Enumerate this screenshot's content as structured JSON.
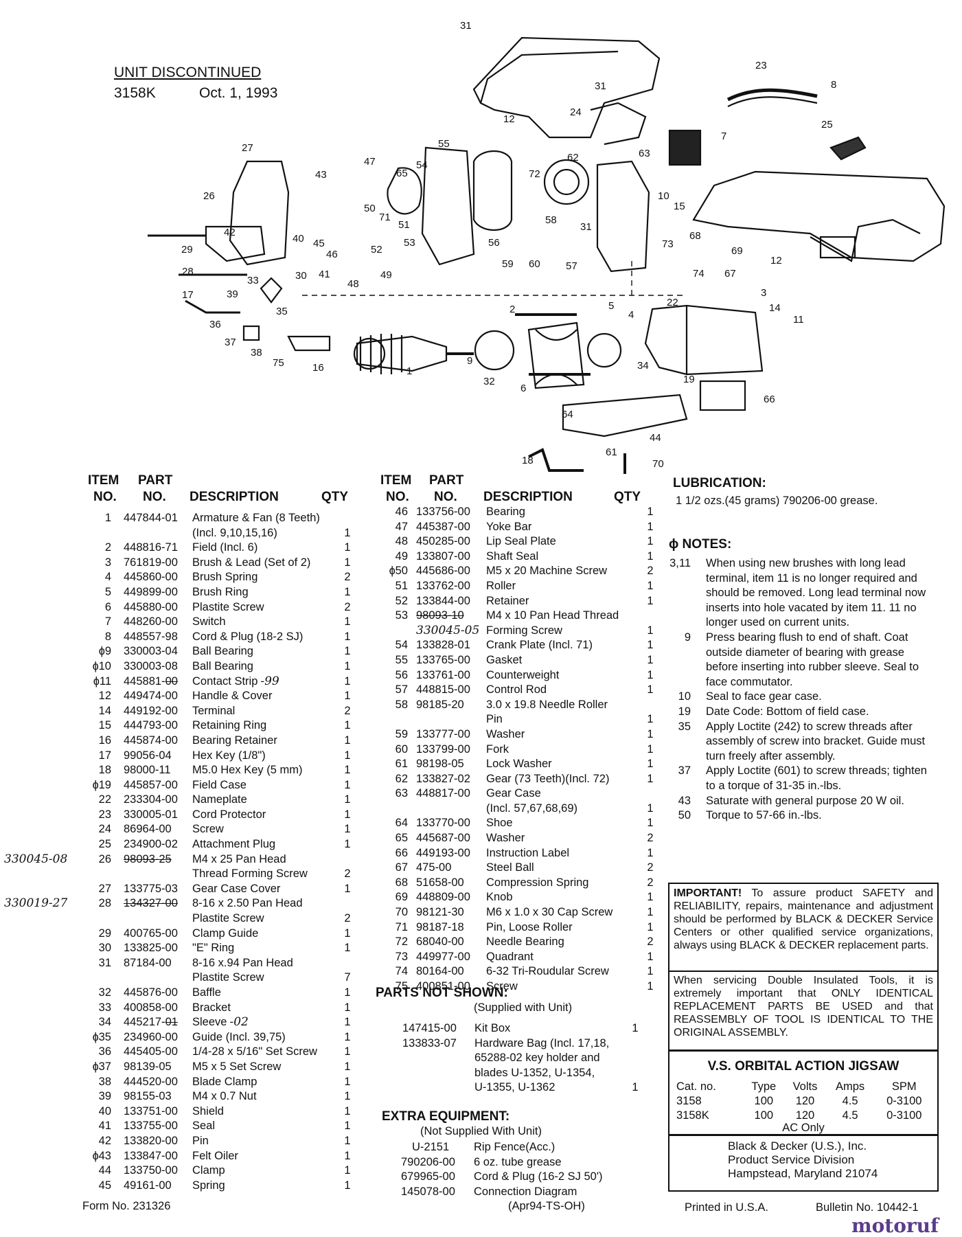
{
  "header": {
    "status": "UNIT DISCONTINUED",
    "model": "3158K",
    "date": "Oct. 1, 1993"
  },
  "diagram_labels": [
    "31",
    "31",
    "23",
    "8",
    "12",
    "24",
    "25",
    "7",
    "27",
    "55",
    "62",
    "63",
    "43",
    "47",
    "65",
    "54",
    "72",
    "26",
    "50",
    "71",
    "51",
    "10",
    "15",
    "42",
    "58",
    "31",
    "68",
    "29",
    "40",
    "45",
    "46",
    "52",
    "53",
    "56",
    "59",
    "60",
    "57",
    "73",
    "69",
    "28",
    "41",
    "49",
    "12",
    "33",
    "30",
    "48",
    "74",
    "67",
    "17",
    "39",
    "3",
    "36",
    "35",
    "22",
    "14",
    "11",
    "37",
    "2",
    "5",
    "4",
    "38",
    "75",
    "16",
    "1",
    "9",
    "32",
    "34",
    "19",
    "6",
    "66",
    "64",
    "44",
    "61",
    "18",
    "70"
  ],
  "table_headers": {
    "item_no": "ITEM\nNO.",
    "part_no": "PART\nNO.",
    "description": "DESCRIPTION",
    "qty": "QTY"
  },
  "parts_left": [
    {
      "item": "1",
      "part": "447844-01",
      "desc": "Armature & Fan (8 Teeth)",
      "qty": ""
    },
    {
      "item": "",
      "part": "",
      "desc": "(Incl. 9,10,15,16)",
      "qty": "1"
    },
    {
      "item": "2",
      "part": "448816-71",
      "desc": "Field (Incl. 6)",
      "qty": "1"
    },
    {
      "item": "3",
      "part": "761819-00",
      "desc": "Brush & Lead (Set of 2)",
      "qty": "1"
    },
    {
      "item": "4",
      "part": "445860-00",
      "desc": "Brush Spring",
      "qty": "2"
    },
    {
      "item": "5",
      "part": "449899-00",
      "desc": "Brush Ring",
      "qty": "1"
    },
    {
      "item": "6",
      "part": "445880-00",
      "desc": "Plastite Screw",
      "qty": "2"
    },
    {
      "item": "7",
      "part": "448260-00",
      "desc": "Switch",
      "qty": "1"
    },
    {
      "item": "8",
      "part": "448557-98",
      "desc": "Cord & Plug (18-2 SJ)",
      "qty": "1"
    },
    {
      "item": "ɸ9",
      "part": "330003-04",
      "desc": "Ball Bearing",
      "qty": "1"
    },
    {
      "item": "ɸ10",
      "part": "330003-08",
      "desc": "Ball Bearing",
      "qty": "1"
    },
    {
      "item": "ɸ11",
      "part": "445881-00-",
      "desc": "Contact Strip",
      "qty": "1",
      "hw": "-99"
    },
    {
      "item": "12",
      "part": "449474-00",
      "desc": "Handle & Cover",
      "qty": "1"
    },
    {
      "item": "14",
      "part": "449192-00",
      "desc": "Terminal",
      "qty": "2"
    },
    {
      "item": "15",
      "part": "444793-00",
      "desc": "Retaining Ring",
      "qty": "1"
    },
    {
      "item": "16",
      "part": "445874-00",
      "desc": "Bearing Retainer",
      "qty": "1"
    },
    {
      "item": "17",
      "part": "99056-04",
      "desc": "Hex Key (1/8\")",
      "qty": "1"
    },
    {
      "item": "18",
      "part": "98000-11",
      "desc": "M5.0 Hex Key (5 mm)",
      "qty": "1"
    },
    {
      "item": "ɸ19",
      "part": "445857-00",
      "desc": "Field Case",
      "qty": "1"
    },
    {
      "item": "22",
      "part": "233304-00",
      "desc": "Nameplate",
      "qty": "1"
    },
    {
      "item": "23",
      "part": "330005-01",
      "desc": "Cord Protector",
      "qty": "1"
    },
    {
      "item": "24",
      "part": "86964-00",
      "desc": "Screw",
      "qty": "1"
    },
    {
      "item": "25",
      "part": "234900-02",
      "desc": "Attachment Plug",
      "qty": "1"
    },
    {
      "item": "26",
      "part": "-98093-25-",
      "desc": "M4 x 25 Pan Head",
      "qty": "",
      "margin": "330045-08"
    },
    {
      "item": "",
      "part": "",
      "desc": "Thread Forming Screw",
      "qty": "2"
    },
    {
      "item": "27",
      "part": "133775-03",
      "desc": "Gear Case Cover",
      "qty": "1"
    },
    {
      "item": "28",
      "part": "-134327-00-",
      "desc": "8-16 x 2.50 Pan Head",
      "qty": "",
      "margin": "330019-27"
    },
    {
      "item": "",
      "part": "",
      "desc": "Plastite Screw",
      "qty": "2"
    },
    {
      "item": "29",
      "part": "400765-00",
      "desc": "Clamp Guide",
      "qty": "1"
    },
    {
      "item": "30",
      "part": "133825-00",
      "desc": "\"E\" Ring",
      "qty": "1"
    },
    {
      "item": "31",
      "part": "87184-00",
      "desc": "8-16 x.94 Pan Head",
      "qty": ""
    },
    {
      "item": "",
      "part": "",
      "desc": "Plastite Screw",
      "qty": "7"
    },
    {
      "item": "32",
      "part": "445876-00",
      "desc": "Baffle",
      "qty": "1"
    },
    {
      "item": "33",
      "part": "400858-00",
      "desc": "Bracket",
      "qty": "1"
    },
    {
      "item": "34",
      "part": "445217-01-",
      "desc": "Sleeve",
      "qty": "1",
      "hw": "-02"
    },
    {
      "item": "ɸ35",
      "part": "234960-00",
      "desc": "Guide (Incl. 39,75)",
      "qty": "1"
    },
    {
      "item": "36",
      "part": "445405-00",
      "desc": "1/4-28 x 5/16\" Set Screw",
      "qty": "1"
    },
    {
      "item": "ɸ37",
      "part": "98139-05",
      "desc": "M5 x 5 Set Screw",
      "qty": "1"
    },
    {
      "item": "38",
      "part": "444520-00",
      "desc": "Blade Clamp",
      "qty": "1"
    },
    {
      "item": "39",
      "part": "98155-03",
      "desc": "M4 x 0.7 Nut",
      "qty": "1"
    },
    {
      "item": "40",
      "part": "133751-00",
      "desc": "Shield",
      "qty": "1"
    },
    {
      "item": "41",
      "part": "133755-00",
      "desc": "Seal",
      "qty": "1"
    },
    {
      "item": "42",
      "part": "133820-00",
      "desc": "Pin",
      "qty": "1"
    },
    {
      "item": "ɸ43",
      "part": "133847-00",
      "desc": "Felt Oiler",
      "qty": "1"
    },
    {
      "item": "44",
      "part": "133750-00",
      "desc": "Clamp",
      "qty": "1"
    },
    {
      "item": "45",
      "part": "49161-00",
      "desc": "Spring",
      "qty": "1"
    }
  ],
  "parts_mid": [
    {
      "item": "46",
      "part": "133756-00",
      "desc": "Bearing",
      "qty": "1"
    },
    {
      "item": "47",
      "part": "445387-00",
      "desc": "Yoke Bar",
      "qty": "1"
    },
    {
      "item": "48",
      "part": "450285-00",
      "desc": "Lip Seal Plate",
      "qty": "1"
    },
    {
      "item": "49",
      "part": "133807-00",
      "desc": "Shaft Seal",
      "qty": "1"
    },
    {
      "item": "ɸ50",
      "part": "445686-00",
      "desc": "M5 x 20 Machine Screw",
      "qty": "2"
    },
    {
      "item": "51",
      "part": "133762-00",
      "desc": "Roller",
      "qty": "1"
    },
    {
      "item": "52",
      "part": "133844-00",
      "desc": "Retainer",
      "qty": "1"
    },
    {
      "item": "53",
      "part": "-98093-10-",
      "desc": "M4 x 10 Pan Head Thread",
      "qty": ""
    },
    {
      "item": "",
      "part": "330045-05",
      "desc": "Forming Screw",
      "qty": "1",
      "hwpart": true
    },
    {
      "item": "54",
      "part": "133828-01",
      "desc": "Crank Plate (Incl. 71)",
      "qty": "1"
    },
    {
      "item": "55",
      "part": "133765-00",
      "desc": "Gasket",
      "qty": "1"
    },
    {
      "item": "56",
      "part": "133761-00",
      "desc": "Counterweight",
      "qty": "1"
    },
    {
      "item": "57",
      "part": "448815-00",
      "desc": "Control Rod",
      "qty": "1"
    },
    {
      "item": "58",
      "part": "98185-20",
      "desc": "3.0 x 19.8 Needle Roller",
      "qty": ""
    },
    {
      "item": "",
      "part": "",
      "desc": "Pin",
      "qty": "1"
    },
    {
      "item": "59",
      "part": "133777-00",
      "desc": "Washer",
      "qty": "1"
    },
    {
      "item": "60",
      "part": "133799-00",
      "desc": "Fork",
      "qty": "1"
    },
    {
      "item": "61",
      "part": "98198-05",
      "desc": "Lock Washer",
      "qty": "1"
    },
    {
      "item": "62",
      "part": "133827-02",
      "desc": "Gear (73 Teeth)(Incl. 72)",
      "qty": "1"
    },
    {
      "item": "63",
      "part": "448817-00",
      "desc": "Gear Case",
      "qty": ""
    },
    {
      "item": "",
      "part": "",
      "desc": "(Incl. 57,67,68,69)",
      "qty": "1"
    },
    {
      "item": "64",
      "part": "133770-00",
      "desc": "Shoe",
      "qty": "1"
    },
    {
      "item": "65",
      "part": "445687-00",
      "desc": "Washer",
      "qty": "2"
    },
    {
      "item": "66",
      "part": "449193-00",
      "desc": "Instruction Label",
      "qty": "1"
    },
    {
      "item": "67",
      "part": "475-00",
      "desc": "Steel Ball",
      "qty": "2"
    },
    {
      "item": "68",
      "part": "51658-00",
      "desc": "Compression Spring",
      "qty": "2"
    },
    {
      "item": "69",
      "part": "448809-00",
      "desc": "Knob",
      "qty": "1"
    },
    {
      "item": "70",
      "part": "98121-30",
      "desc": "M6 x 1.0 x 30 Cap Screw",
      "qty": "1"
    },
    {
      "item": "71",
      "part": "98187-18",
      "desc": "Pin, Loose Roller",
      "qty": "1"
    },
    {
      "item": "72",
      "part": "68040-00",
      "desc": "Needle Bearing",
      "qty": "2"
    },
    {
      "item": "73",
      "part": "449977-00",
      "desc": "Quadrant",
      "qty": "1"
    },
    {
      "item": "74",
      "part": "80164-00",
      "desc": "6-32 Tri-Roudular Screw",
      "qty": "1"
    },
    {
      "item": "75",
      "part": "400851-00",
      "desc": "Screw",
      "qty": "1"
    }
  ],
  "not_shown": {
    "title": "PARTS NOT SHOWN:",
    "subtitle": "(Supplied with Unit)",
    "rows": [
      {
        "part": "147415-00",
        "desc": "Kit Box",
        "qty": "1"
      },
      {
        "part": "133833-07",
        "desc": "Hardware Bag (Incl. 17,18,",
        "qty": ""
      },
      {
        "part": "",
        "desc": "65288-02 key holder and",
        "qty": ""
      },
      {
        "part": "",
        "desc": "blades U-1352, U-1354,",
        "qty": ""
      },
      {
        "part": "",
        "desc": "U-1355, U-1362",
        "qty": "1"
      }
    ]
  },
  "extra": {
    "title": "EXTRA EQUIPMENT:",
    "subtitle": "(Not Supplied With Unit)",
    "rows": [
      {
        "part": "U-2151",
        "desc": "Rip Fence(Acc.)"
      },
      {
        "part": "790206-00",
        "desc": "6 oz. tube grease"
      },
      {
        "part": "679965-00",
        "desc": "Cord & Plug (16-2 SJ 50')"
      },
      {
        "part": "145078-00",
        "desc": "Connection Diagram"
      },
      {
        "part": "",
        "desc": "(Apr94-TS-OH)"
      }
    ]
  },
  "lubrication": {
    "title": "LUBRICATION:",
    "text": "1 1/2 ozs.(45 grams) 790206-00 grease."
  },
  "notes": {
    "title": "ɸ NOTES:",
    "items": [
      {
        "n": "3,11",
        "t": "When using new brushes with long lead terminal, item 11 is no longer required and should be removed. Long lead terminal now inserts into hole vacated by item 11. 11 no longer used on current units."
      },
      {
        "n": "9",
        "t": "Press bearing flush to end of shaft. Coat outside diameter of bearing with grease before inserting into rubber sleeve. Seal to face commutator."
      },
      {
        "n": "10",
        "t": "Seal to face gear case."
      },
      {
        "n": "19",
        "t": "Date Code: Bottom of field case."
      },
      {
        "n": "35",
        "t": "Apply Loctite (242) to screw threads after assembly of screw into bracket. Guide must turn freely after assembly."
      },
      {
        "n": "37",
        "t": "Apply Loctite (601) to screw threads; tighten to a torque of 31-35 in.-lbs."
      },
      {
        "n": "43",
        "t": "Saturate with general purpose 20 W oil."
      },
      {
        "n": "50",
        "t": "Torque to 57-66 in.-lbs."
      }
    ]
  },
  "important": {
    "lead": "IMPORTANT!",
    "text": "To assure product SAFETY and RELIABILITY, repairs, maintenance and adjustment should be performed by BLACK & DECKER Service Centers or other qualified service organizations, always using BLACK & DECKER replacement parts.",
    "insulated": "When servicing Double Insulated Tools, it is extremely important that ONLY IDENTICAL REPLACEMENT PARTS BE USED and that REASSEMBLY OF TOOL IS IDENTICAL TO THE ORIGINAL ASSEMBLY."
  },
  "spec": {
    "title": "V.S. ORBITAL ACTION JIGSAW",
    "headers": [
      "Cat. no.",
      "Type",
      "Volts",
      "Amps",
      "SPM"
    ],
    "rows": [
      [
        "3158",
        "100",
        "120",
        "4.5",
        "0-3100"
      ],
      [
        "3158K",
        "100",
        "120",
        "4.5",
        "0-3100"
      ]
    ],
    "footer": "AC Only"
  },
  "company": {
    "l1": "Black & Decker (U.S.), Inc.",
    "l2": "Product Service Division",
    "l3": "Hampstead, Maryland 21074"
  },
  "footer": {
    "form": "Form No. 231326",
    "printed": "Printed in U.S.A.",
    "bulletin": "Bulletin No. 10442-1",
    "watermark": "motoruf"
  },
  "colors": {
    "ink": "#111111",
    "watermark": "#5a3c8c"
  }
}
